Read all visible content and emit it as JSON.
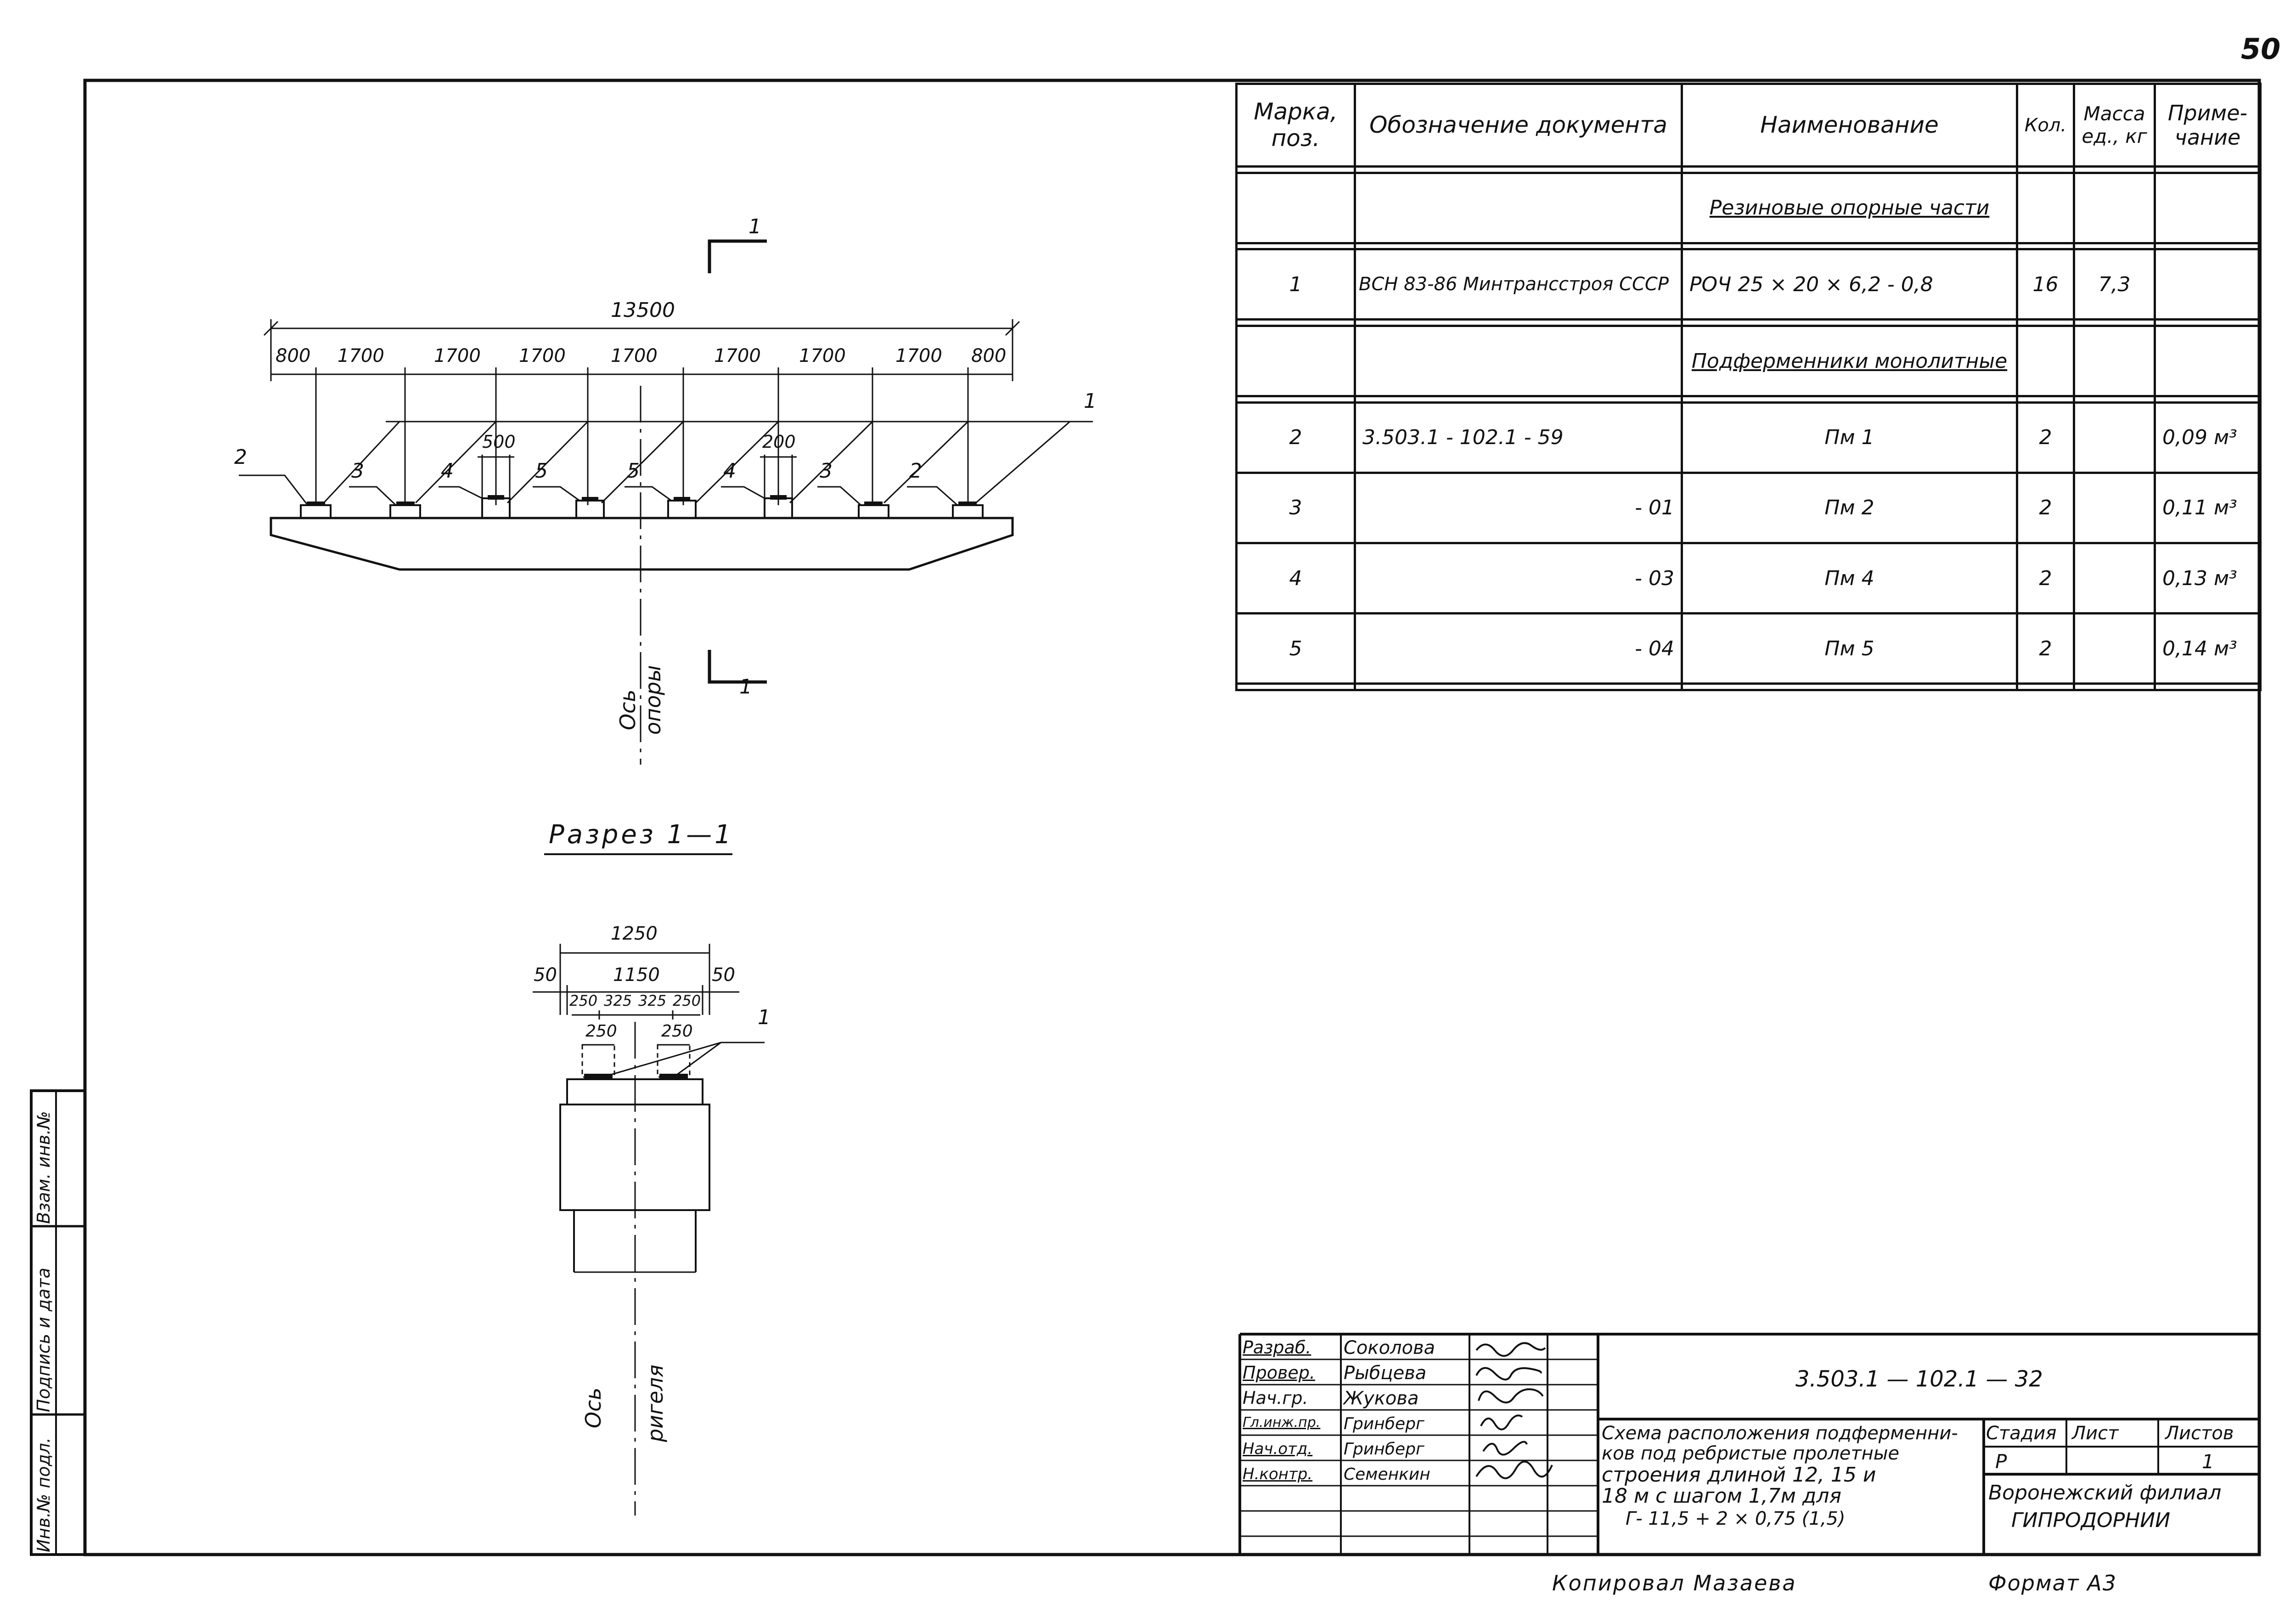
{
  "page_number": "50",
  "spec_table": {
    "headers": [
      "Марка, поз.",
      "Обозначение документа",
      "Наименование",
      "Кол.",
      "Масса ед., кг",
      "Приме- чание"
    ],
    "rows": [
      {
        "mark": "",
        "doc": "",
        "name": "",
        "qty": "",
        "mass": "",
        "note": ""
      },
      {
        "mark": "",
        "doc": "",
        "name": "Резиновые опорные части",
        "qty": "",
        "mass": "",
        "note": "",
        "section": true
      },
      {
        "mark": "",
        "doc": "",
        "name": "",
        "qty": "",
        "mass": "",
        "note": ""
      },
      {
        "mark": "1",
        "doc": "ВСН 83-86 Минтрансстроя СССР",
        "name": "РОЧ 25 × 20 × 6,2 - 0,8",
        "qty": "16",
        "mass": "7,3",
        "note": ""
      },
      {
        "mark": "",
        "doc": "",
        "name": "",
        "qty": "",
        "mass": "",
        "note": ""
      },
      {
        "mark": "",
        "doc": "",
        "name": "Подферменники монолитные",
        "qty": "",
        "mass": "",
        "note": "",
        "section": true
      },
      {
        "mark": "",
        "doc": "",
        "name": "",
        "qty": "",
        "mass": "",
        "note": ""
      },
      {
        "mark": "2",
        "doc": "3.503.1 - 102.1 - 59",
        "name": "Пм 1",
        "qty": "2",
        "mass": "",
        "note": "0,09 м³"
      },
      {
        "mark": "3",
        "doc": "- 01",
        "name": "Пм 2",
        "qty": "2",
        "mass": "",
        "note": "0,11 м³"
      },
      {
        "mark": "4",
        "doc": "- 03",
        "name": "Пм 4",
        "qty": "2",
        "mass": "",
        "note": "0,13 м³"
      },
      {
        "mark": "5",
        "doc": "- 04",
        "name": "Пм 5",
        "qty": "2",
        "mass": "",
        "note": "0,14 м³"
      },
      {
        "mark": "",
        "doc": "",
        "name": "",
        "qty": "",
        "mass": "",
        "note": ""
      }
    ]
  },
  "plan_drawing": {
    "section_mark": "1",
    "total_dim": "13500",
    "dims": [
      "800",
      "1700",
      "1700",
      "1700",
      "1700",
      "1700",
      "1700",
      "1700",
      "800"
    ],
    "small_dims": [
      "500",
      "200"
    ],
    "callouts": [
      "2",
      "3",
      "4",
      "5",
      "5",
      "4",
      "3",
      "2"
    ],
    "bearing_callout": "1",
    "axis_label_1": "Ось",
    "axis_label_2": "опоры"
  },
  "section_drawing": {
    "title": "Разрез 1—1",
    "dim_total": "1250",
    "dim_inner": "1150",
    "dim_left": "50",
    "dim_right": "50",
    "sub_dims": [
      "250",
      "325",
      "325",
      "250"
    ],
    "pad_dims": [
      "250",
      "250"
    ],
    "bearing_callout": "1",
    "axis_label_1": "Ось",
    "axis_label_2": "ригеля"
  },
  "side_stamp": [
    "Инв.№ подл.",
    "Подпись и дата",
    "Взам. инв.№"
  ],
  "title_block": {
    "roles": [
      "Разраб.",
      "Провер.",
      "Нач.гр.",
      "Гл.инж.пр.",
      "Нач.отд.",
      "Н.контр."
    ],
    "names": [
      "Соколова",
      "Рыбцева",
      "Жукова",
      "Гринберг",
      "Гринберг",
      "Семенкин"
    ],
    "doc_code": "3.503.1 — 102.1 — 32",
    "description": [
      "Схема расположения подферменни-",
      "ков под ребристые пролетные",
      "строения длиной 12, 15 и",
      "18 м с шагом 1,7м для",
      "Г- 11,5 + 2 × 0,75 (1,5)"
    ],
    "stage_label": "Стадия",
    "sheet_label": "Лист",
    "sheets_label": "Листов",
    "stage": "Р",
    "sheet": "",
    "sheets": "1",
    "org_line1": "Воронежский филиал",
    "org_line2": "ГИПРОДОРНИИ"
  },
  "footer": {
    "copied_by": "Копировал Мазаева",
    "format": "Формат А3"
  }
}
